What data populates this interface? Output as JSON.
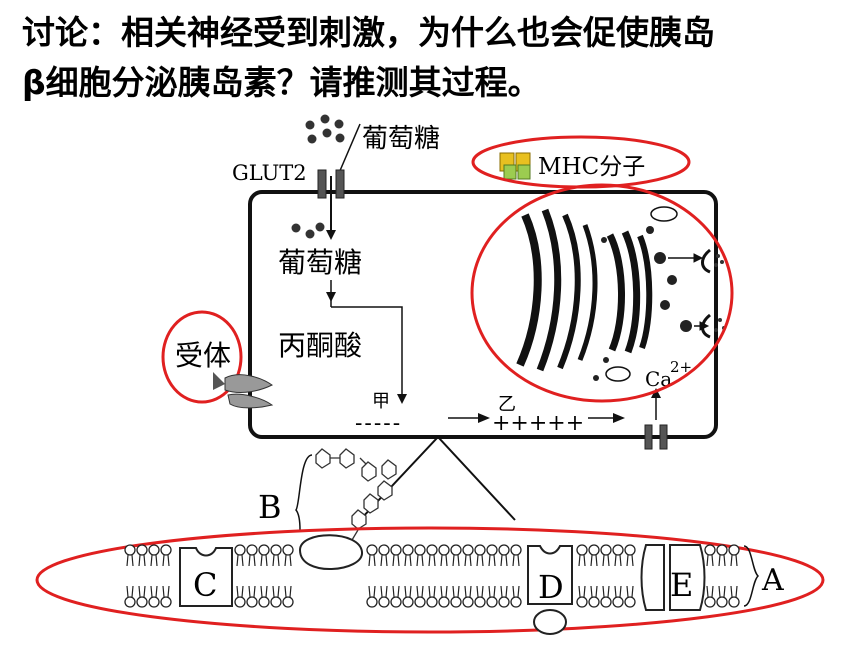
{
  "question": {
    "line1": "讨论：相关神经受到刺激，为什么也会促使胰岛",
    "line2": "β细胞分泌胰岛素？请推测其过程。"
  },
  "diagram": {
    "glucose_outside": "葡萄糖",
    "glut2": "GLUT2",
    "mhc": "MHC分子",
    "glucose_inside": "葡萄糖",
    "pyruvate": "丙酮酸",
    "receptor": "受体",
    "jia": "甲",
    "yi": "乙",
    "negative_signs": "-----",
    "positive_signs": "+++++",
    "calcium": "Ca",
    "calcium_charge": "2+",
    "label_b": "B",
    "label_a": "A",
    "label_c": "C",
    "label_d": "D",
    "label_e": "E"
  },
  "colors": {
    "highlight": "#e02020",
    "line": "#111111",
    "mhc_yellow": "#e8c020",
    "mhc_green": "#9ccc50"
  }
}
